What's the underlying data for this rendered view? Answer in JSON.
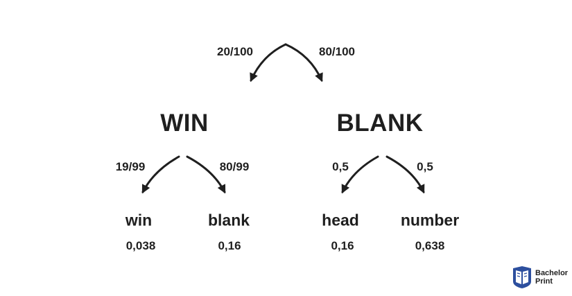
{
  "diagram": {
    "root_edges": {
      "left_prob": "20/100",
      "right_prob": "80/100"
    },
    "level1": {
      "left": "WIN",
      "right": "BLANK"
    },
    "win_edges": {
      "left_prob": "19/99",
      "right_prob": "80/99"
    },
    "blank_edges": {
      "left_prob": "0,5",
      "right_prob": "0,5"
    },
    "leaves": {
      "win": {
        "label": "win",
        "value": "0,038"
      },
      "blank": {
        "label": "blank",
        "value": "0,16"
      },
      "head": {
        "label": "head",
        "value": "0,16"
      },
      "number": {
        "label": "number",
        "value": "0,638"
      }
    }
  },
  "logo": {
    "line1": "Bachelor",
    "line2": "Print",
    "color": "#2d4f9e"
  }
}
